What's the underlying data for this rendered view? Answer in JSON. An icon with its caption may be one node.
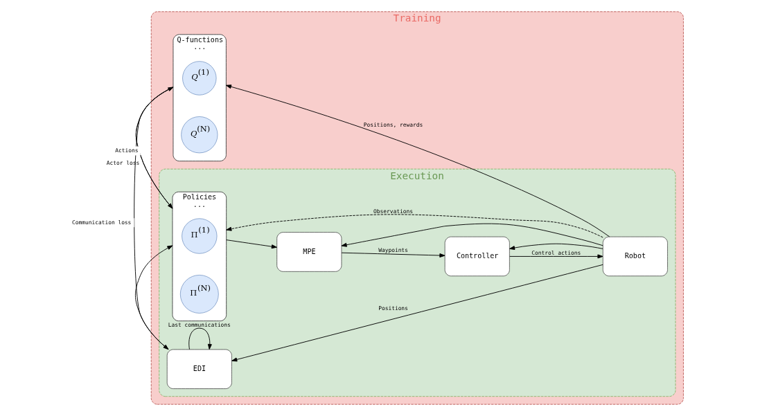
{
  "diagram": {
    "nodes": [
      {
        "text": [
          "Training"
        ]
      },
      {
        "text": [
          "Q-functions",
          "..."
        ],
        "in": 0
      },
      {
        "text": [
          "*Q*$^{(1)}$"
        ],
        "in": 1
      },
      {
        "text": [
          "*Q*$^{(N)}$"
        ],
        "in": 1
      },
      {
        "text": [
          "Execution"
        ],
        "in": 0
      },
      {
        "text": [
          "Policies",
          "..."
        ],
        "in": 4
      },
      {
        "text": [
          "Π$^{(1)}$"
        ],
        "in": 5
      },
      {
        "text": [
          "Π$^{(N)}$"
        ],
        "in": 5
      },
      {
        "text": [
          "MPE"
        ],
        "in": 4
      },
      {
        "text": [
          "Controller"
        ],
        "in": 4
      },
      {
        "text": [
          "Robot"
        ],
        "in": 4
      },
      {
        "text": [
          "EDI"
        ],
        "in": 4
      }
    ],
    "edges": [
      {
        "from": 10,
        "to": 1,
        "arrow": "to",
        "label": "Positions, rewards"
      },
      {
        "from": 1,
        "to": 5,
        "arrow": "to",
        "label": "Actor loss"
      },
      {
        "from": 5,
        "to": 8,
        "arrow": "to"
      },
      {
        "from": 5,
        "to": 1,
        "arrow": "to",
        "label": "Actions"
      },
      {
        "from": 8,
        "to": 9,
        "arrow": "to",
        "label": "Waypoints"
      },
      {
        "from": 9,
        "to": 10,
        "arrow": "to",
        "label": "Control actions"
      },
      {
        "from": 10,
        "to": 11,
        "arrow": "to",
        "label": "Positions"
      },
      {
        "from": 10,
        "to": 8,
        "arrow": "to"
      },
      {
        "from": 10,
        "to": 9,
        "arrow": "to"
      },
      {
        "from": 11,
        "to": 5,
        "arrow": "to"
      },
      {
        "from": 10,
        "to": 5,
        "arrow": "to",
        "style": "dashed",
        "label": "Observations"
      },
      {
        "from": 1,
        "to": 11,
        "arrow": "to",
        "label": "Communication loss"
      },
      {
        "from": 11,
        "to": 11,
        "arrow": "to",
        "label": "Last communications"
      }
    ]
  }
}
